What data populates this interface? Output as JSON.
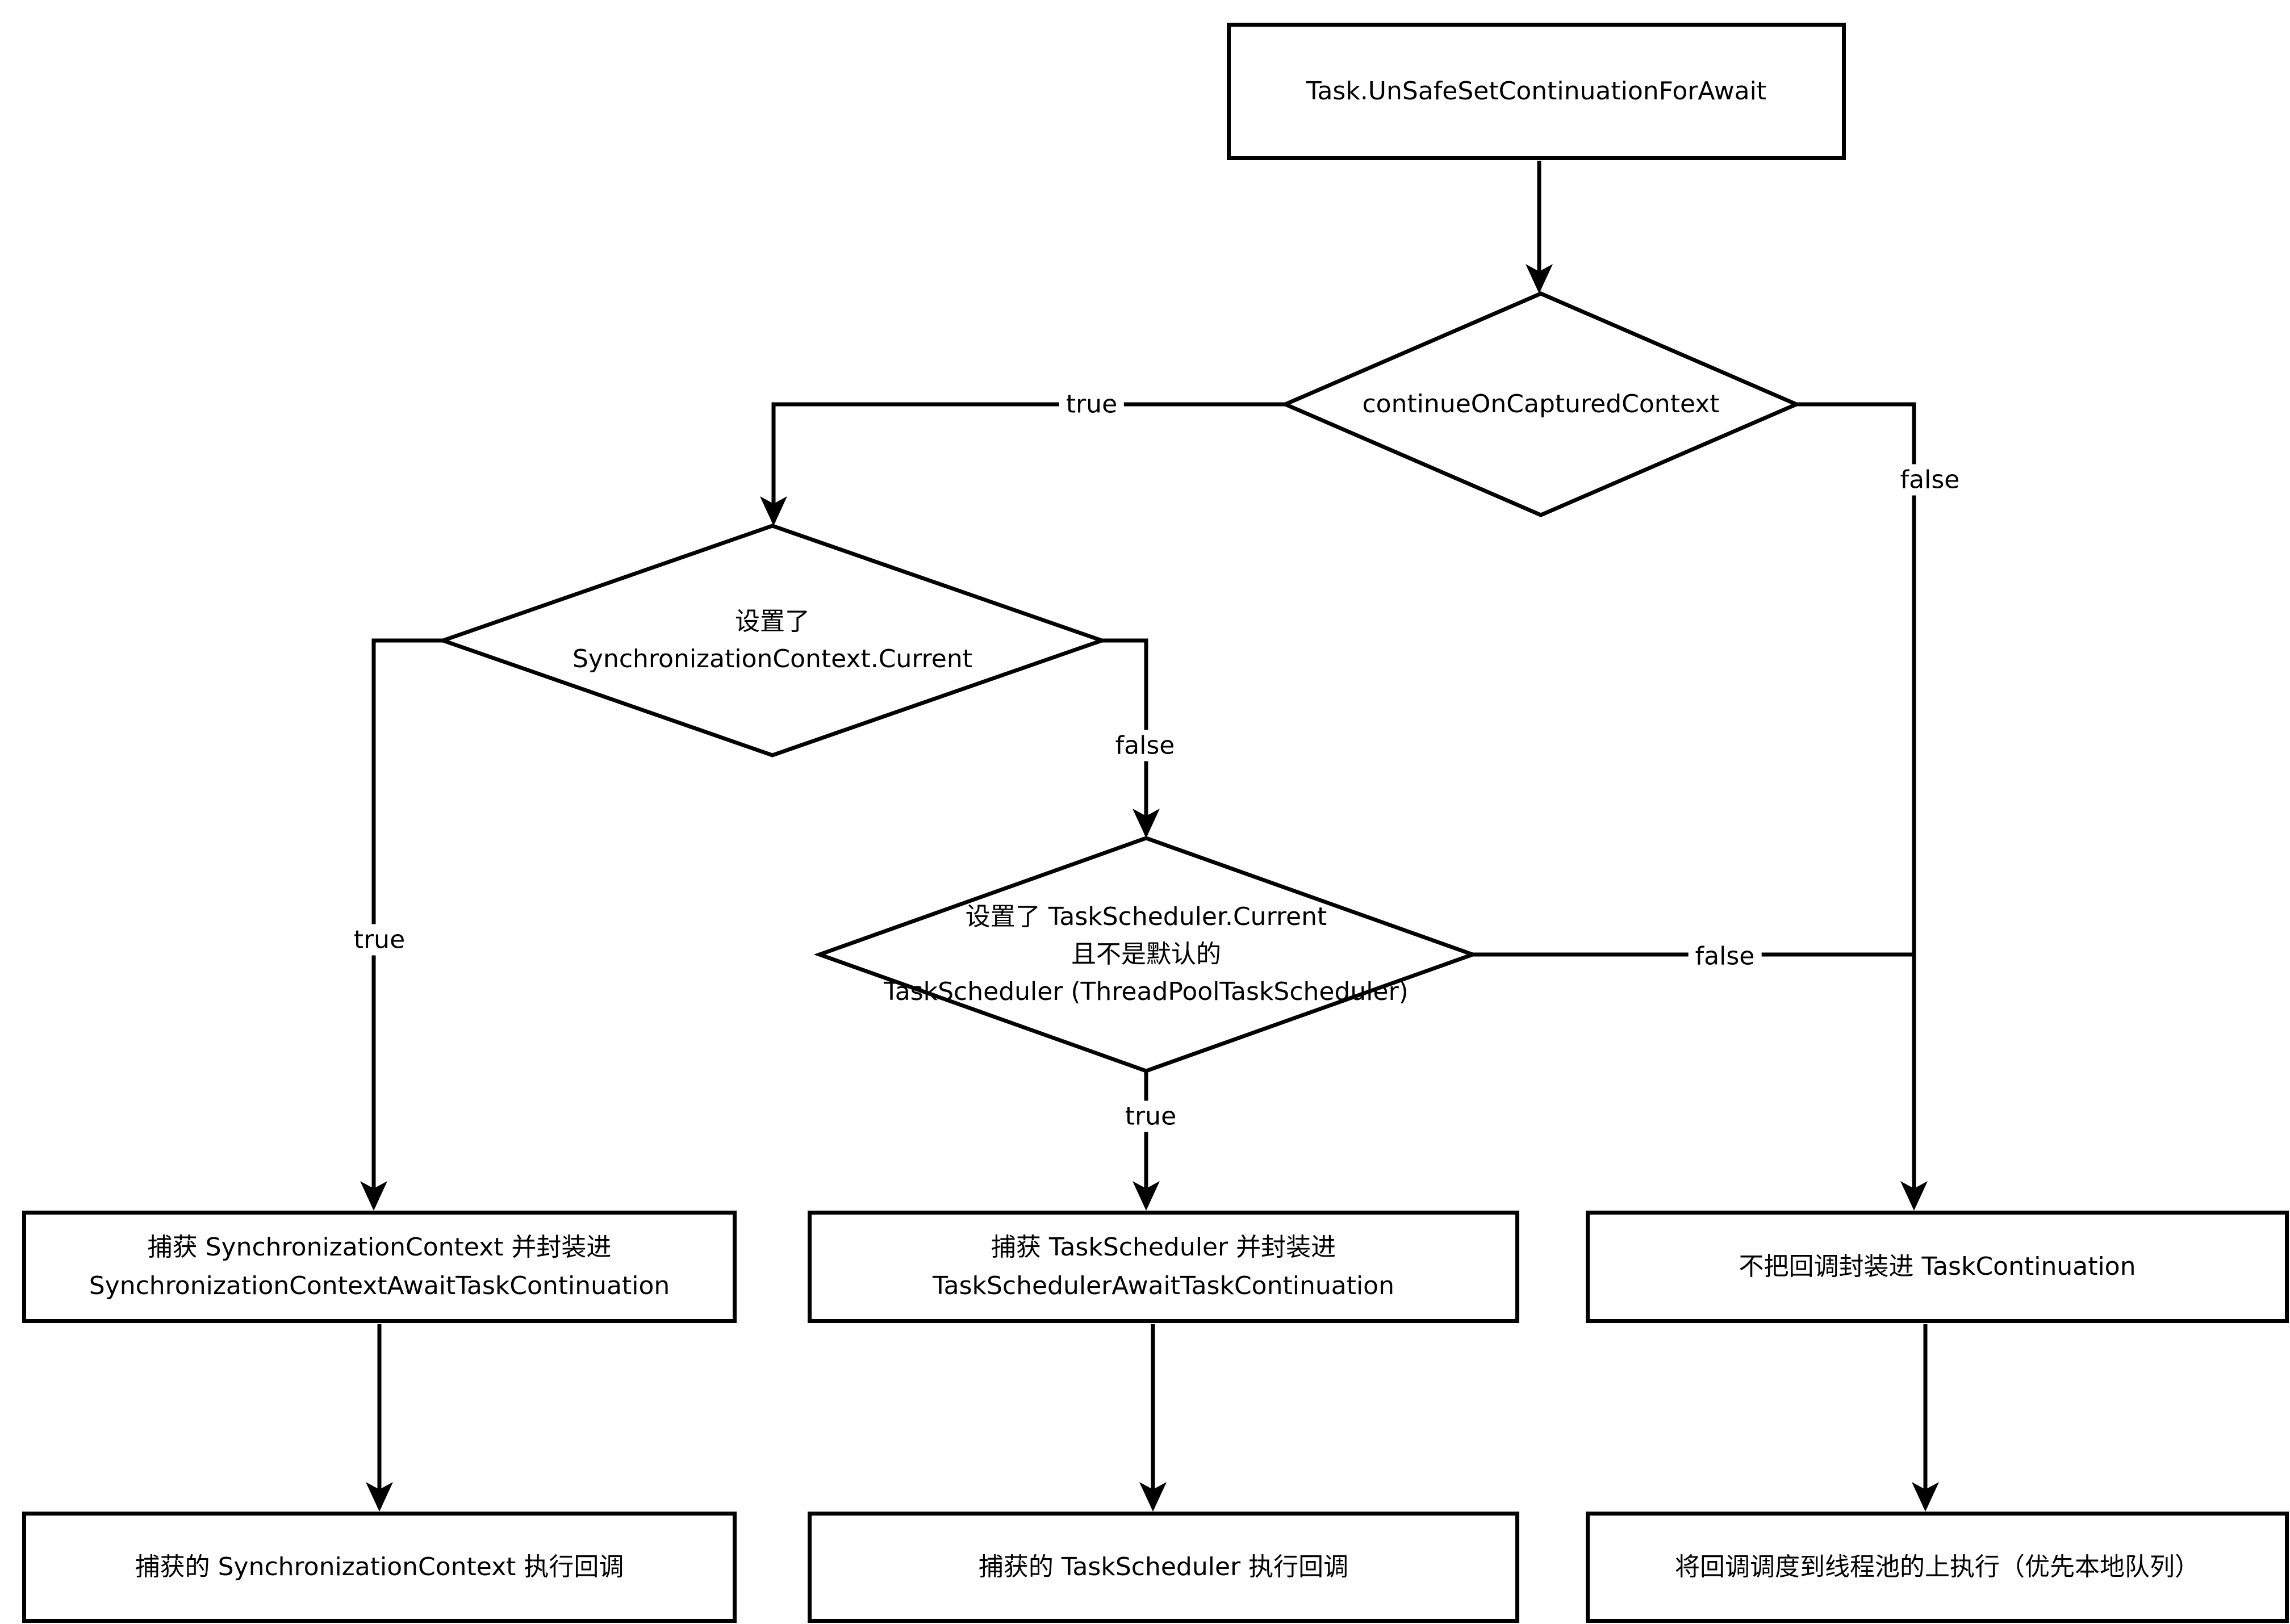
{
  "nodes": {
    "start": {
      "label": "Task.UnSafeSetContinuationForAwait"
    },
    "decision_continueOnCapturedContext": {
      "label": "continueOnCapturedContext"
    },
    "decision_syncContext": {
      "lines": [
        "设置了",
        "SynchronizationContext.Current"
      ]
    },
    "decision_taskScheduler": {
      "lines": [
        "设置了 TaskScheduler.Current",
        "且不是默认的",
        "TaskScheduler (ThreadPoolTaskScheduler)"
      ]
    },
    "capture_syncContext": {
      "lines": [
        "捕获 SynchronizationContext 并封装进",
        "SynchronizationContextAwaitTaskContinuation"
      ]
    },
    "capture_taskScheduler": {
      "lines": [
        "捕获 TaskScheduler 并封装进",
        "TaskSchedulerAwaitTaskContinuation"
      ]
    },
    "no_wrap": {
      "label": "不把回调封装进 TaskContinuation"
    },
    "exec_syncContext": {
      "label": "捕获的 SynchronizationContext 执行回调"
    },
    "exec_taskScheduler": {
      "label": "捕获的 TaskScheduler 执行回调"
    },
    "schedule_threadPool": {
      "label": "将回调调度到线程池的上执行（优先本地队列）"
    }
  },
  "edges": {
    "continueOnCapturedContext_true": "true",
    "continueOnCapturedContext_false": "false",
    "syncContext_true": "true",
    "syncContext_false": "false",
    "taskScheduler_true": "true",
    "taskScheduler_false": "false"
  },
  "colors": {
    "stroke": "#000000",
    "background": "#ffffff",
    "node_fill": "#ffffff"
  }
}
